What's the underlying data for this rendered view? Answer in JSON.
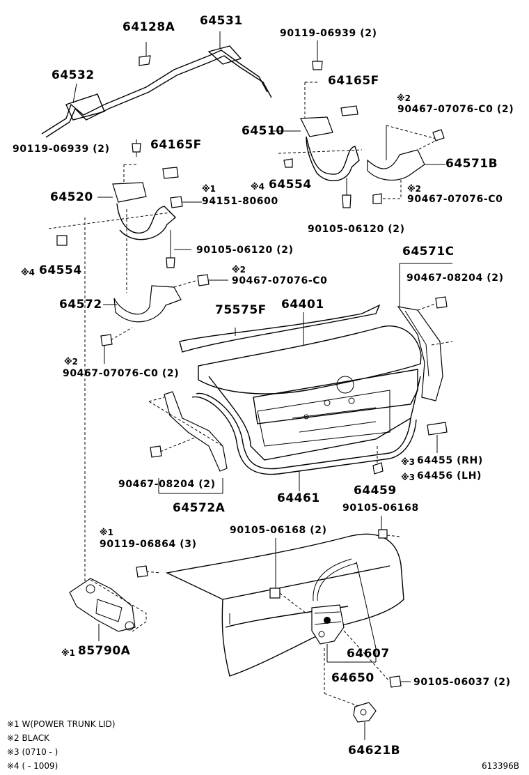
{
  "diagram_id": "613396B",
  "parts": {
    "p64128A": "64128A",
    "p64531": "64531",
    "p64532": "64532",
    "p9011906939_top": "90119-06939 (2)",
    "p64165F_top": "64165F",
    "mark2_a": "※2",
    "p9046707076_2": "90467-07076-C0 (2)",
    "p64510": "64510",
    "p9011906939_left": "90119-06939 (2)",
    "p64165F_left": "64165F",
    "p64571B": "64571B",
    "mark4_a": "※4",
    "p64554_right": "64554",
    "mark2_b": "※2",
    "p9046707076_right": "90467-07076-C0",
    "mark1_a": "※1",
    "p64520": "64520",
    "p9415180600": "94151-80600",
    "p9010506120_right": "90105-06120 (2)",
    "p9010506120_left": "90105-06120 (2)",
    "mark4_b": "※4",
    "p64554_left": "64554",
    "mark2_c": "※2",
    "p9046707076_mid": "90467-07076-C0",
    "p64571C": "64571C",
    "p9046708204_right": "90467-08204 (2)",
    "p64572": "64572",
    "p75575F": "75575F",
    "p64401": "64401",
    "mark2_d": "※2",
    "p9046707076_left2": "90467-07076-C0 (2)",
    "mark3_a": "※3",
    "p64455": "64455 (RH)",
    "mark3_b": "※3",
    "p64456": "64456 (LH)",
    "p9046708204_left": "90467-08204 (2)",
    "p64459": "64459",
    "p64572A": "64572A",
    "p64461": "64461",
    "p9010506168": "90105-06168",
    "mark1_b": "※1",
    "p9010506168_2": "90105-06168 (2)",
    "p9011906864": "90119-06864 (3)",
    "mark1_c": "※1",
    "p85790A": "85790A",
    "p64607": "64607",
    "p64650": "64650",
    "p9010506037": "90105-06037 (2)",
    "p64621B": "64621B"
  },
  "notes": [
    "※1 W(POWER TRUNK LID)",
    "※2 BLACK",
    "※3 (0710 -        )",
    "※4 (        - 1009)"
  ]
}
